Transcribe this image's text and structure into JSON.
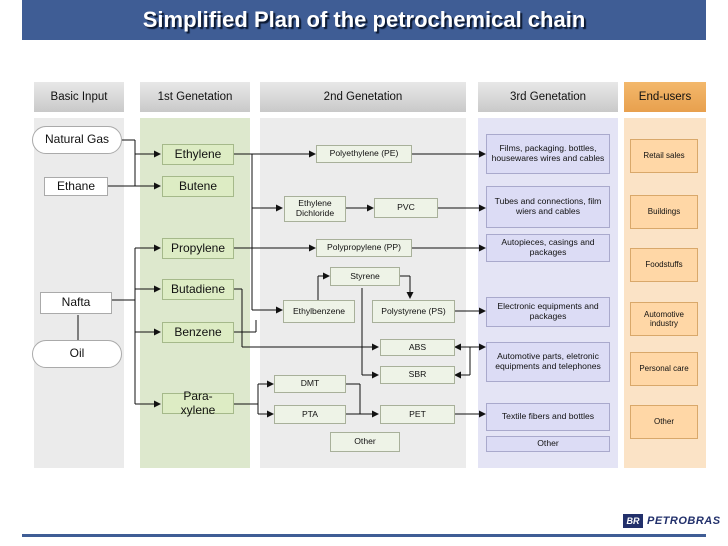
{
  "title": "Simplified Plan of the petrochemical chain",
  "columns": {
    "basic_input": "Basic Input",
    "gen1": "1st Genetation",
    "gen2": "2nd Genetation",
    "gen3": "3rd Genetation",
    "end_users": "End-users"
  },
  "basic": {
    "natural_gas": "Natural Gas",
    "ethane": "Ethane",
    "nafta": "Nafta",
    "oil": "Oil"
  },
  "gen1": {
    "ethylene": "Ethylene",
    "butene": "Butene",
    "propylene": "Propylene",
    "butadiene": "Butadiene",
    "benzene": "Benzene",
    "paraxylene": "Para-xylene"
  },
  "gen2": {
    "pe": "Polyethylene (PE)",
    "ethylene_dichloride": "Ethylene Dichloride",
    "pvc": "PVC",
    "pp": "Polypropylene (PP)",
    "styrene": "Styrene",
    "ethylbenzene": "Ethylbenzene",
    "ps": "Polystyrene (PS)",
    "abs": "ABS",
    "sbr": "SBR",
    "dmt": "DMT",
    "pta": "PTA",
    "pet": "PET",
    "other": "Other"
  },
  "gen3": {
    "films": "Films, packaging. bottles, housewares wires and cables",
    "tubes": "Tubes and connections, film wiers and cables",
    "autopieces": "Autopieces, casings and packages",
    "electronic": "Electronic equipments and packages",
    "automotive_parts": "Automotive parts, eletronic equipments and telephones",
    "textile": "Textile fibers and bottles",
    "other": "Other"
  },
  "end_users": {
    "retail": "Retail sales",
    "buildings": "Buildings",
    "foodstuffs": "Foodstuffs",
    "automotive": "Automotive industry",
    "personal_care": "Personal care",
    "other": "Other"
  },
  "logo": {
    "mark": "BR",
    "name": "PETROBRAS"
  },
  "colors": {
    "title_bar": "#3f5d95",
    "header_bg": "#d8d8d8",
    "gen1_bg": "#ddecc4",
    "gen3_bg": "#dcdcf5",
    "end_bg": "#ffd7a6"
  }
}
